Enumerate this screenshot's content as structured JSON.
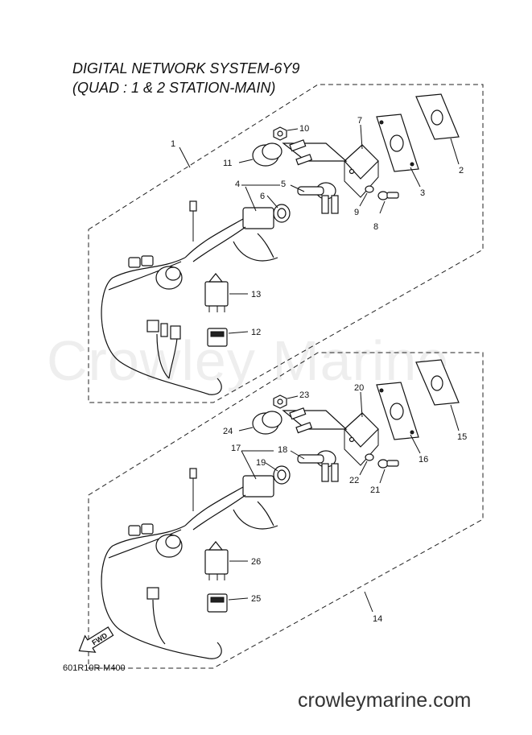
{
  "title": {
    "line1": "DIGITAL NETWORK SYSTEM-6Y9",
    "line2": "(QUAD : 1 & 2 STATION-MAIN)"
  },
  "watermark": "Crowley Marine",
  "diagram_code": "601R10R-M400",
  "fwd_label": "FWD",
  "site": "crowleymarine.com",
  "callouts_top": {
    "c1": "1",
    "c2": "2",
    "c3": "3",
    "c4": "4",
    "c5": "5",
    "c6": "6",
    "c7": "7",
    "c8": "8",
    "c9": "9",
    "c10": "10",
    "c11": "11",
    "c12": "12",
    "c13": "13"
  },
  "callouts_bottom": {
    "c14": "14",
    "c15": "15",
    "c16": "16",
    "c17": "17",
    "c18": "18",
    "c19": "19",
    "c20": "20",
    "c21": "21",
    "c22": "22",
    "c23": "23",
    "c24": "24",
    "c25": "25",
    "c26": "26"
  }
}
